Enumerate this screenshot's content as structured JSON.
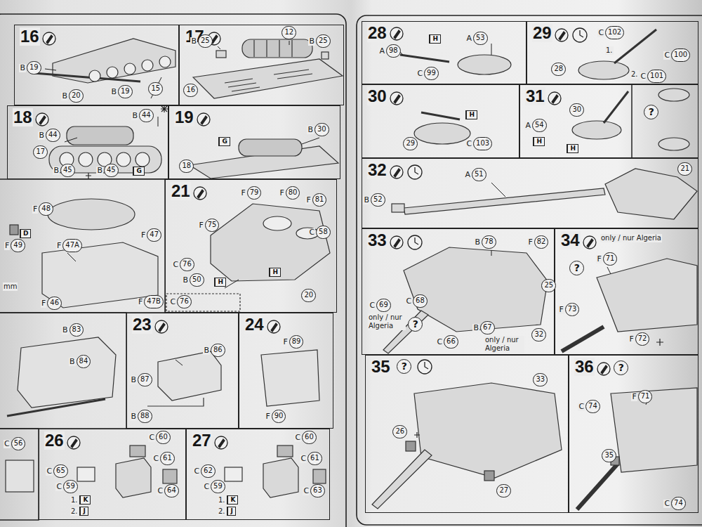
{
  "diagram": {
    "nodes": [
      {
        "text": [
          "16"
        ]
      },
      {
        "text": [
          "B",
          "19"
        ],
        "in": 0
      },
      {
        "text": [
          "B",
          "20"
        ],
        "in": 0
      },
      {
        "text": [
          "B",
          "19"
        ],
        "in": 0
      },
      {
        "text": [
          "15"
        ],
        "in": 0
      },
      {
        "text": [
          "17"
        ]
      },
      {
        "text": [
          "B",
          "25"
        ],
        "in": 5
      },
      {
        "text": [
          "12"
        ],
        "in": 5
      },
      {
        "text": [
          "B",
          "25"
        ],
        "in": 5
      },
      {
        "text": [
          "16"
        ],
        "in": 5
      },
      {
        "text": [
          "18"
        ]
      },
      {
        "text": [
          "B",
          "44"
        ],
        "in": 10
      },
      {
        "text": [
          "B",
          "44"
        ],
        "in": 10
      },
      {
        "text": [
          "17"
        ],
        "in": 10
      },
      {
        "text": [
          "B",
          "45"
        ],
        "in": 10
      },
      {
        "text": [
          "B",
          "45"
        ],
        "in": 10
      },
      {
        "text": [
          "G"
        ],
        "in": 10
      },
      {
        "text": [
          "19"
        ]
      },
      {
        "text": [
          "B",
          "30"
        ],
        "in": 17
      },
      {
        "text": [
          "G"
        ],
        "in": 17
      },
      {
        "text": [
          "18"
        ],
        "in": 17
      },
      {
        "text": [
          "F",
          "48"
        ]
      },
      {
        "text": [
          "D"
        ]
      },
      {
        "text": [
          "F",
          "49"
        ]
      },
      {
        "text": [
          "F",
          "47A"
        ]
      },
      {
        "text": [
          "F",
          "47"
        ]
      },
      {
        "text": [
          "F",
          "46"
        ]
      },
      {
        "text": [
          "F",
          "47B"
        ]
      },
      {
        "text": [
          "21"
        ]
      },
      {
        "text": [
          "F",
          "79"
        ],
        "in": 28
      },
      {
        "text": [
          "F",
          "80"
        ],
        "in": 28
      },
      {
        "text": [
          "F",
          "81"
        ],
        "in": 28
      },
      {
        "text": [
          "F",
          "75"
        ],
        "in": 28
      },
      {
        "text": [
          "C",
          "58"
        ],
        "in": 28
      },
      {
        "text": [
          "C",
          "76"
        ],
        "in": 28
      },
      {
        "text": [
          "B",
          "50"
        ],
        "in": 28
      },
      {
        "text": [
          "H"
        ],
        "in": 28
      },
      {
        "text": [
          "H"
        ],
        "in": 28
      },
      {
        "text": [
          "20"
        ],
        "in": 28
      },
      {
        "text": [
          "C",
          "76"
        ],
        "in": 28
      },
      {
        "text": [
          "B",
          "83"
        ]
      },
      {
        "text": [
          "B",
          "84"
        ]
      },
      {
        "text": [
          "23"
        ]
      },
      {
        "text": [
          "B",
          "86"
        ],
        "in": 42
      },
      {
        "text": [
          "B",
          "87"
        ],
        "in": 42
      },
      {
        "text": [
          "B",
          "88"
        ],
        "in": 42
      },
      {
        "text": [
          "24"
        ]
      },
      {
        "text": [
          "F",
          "89"
        ],
        "in": 46
      },
      {
        "text": [
          "F",
          "90"
        ],
        "in": 46
      },
      {
        "text": [
          "C",
          "56"
        ]
      },
      {
        "text": [
          "26"
        ]
      },
      {
        "text": [
          "C",
          "60"
        ],
        "in": 50
      },
      {
        "text": [
          "C",
          "65"
        ],
        "in": 50
      },
      {
        "text": [
          "C",
          "61"
        ],
        "in": 50
      },
      {
        "text": [
          "C",
          "64"
        ],
        "in": 50
      },
      {
        "text": [
          "C",
          "59"
        ],
        "in": 50
      },
      {
        "text": [
          "K"
        ],
        "in": 50
      },
      {
        "text": [
          "J"
        ],
        "in": 50
      },
      {
        "text": [
          "27"
        ]
      },
      {
        "text": [
          "C",
          "60"
        ],
        "in": 58
      },
      {
        "text": [
          "C",
          "62"
        ],
        "in": 58
      },
      {
        "text": [
          "C",
          "61"
        ],
        "in": 58
      },
      {
        "text": [
          "C",
          "63"
        ],
        "in": 58
      },
      {
        "text": [
          "C",
          "59"
        ],
        "in": 58
      },
      {
        "text": [
          "K"
        ],
        "in": 58
      },
      {
        "text": [
          "J"
        ],
        "in": 58
      },
      {
        "text": [
          "28"
        ]
      },
      {
        "text": [
          "A",
          "98"
        ],
        "in": 66
      },
      {
        "text": [
          "H"
        ],
        "in": 66
      },
      {
        "text": [
          "A",
          "53"
        ],
        "in": 66
      },
      {
        "text": [
          "C",
          "99"
        ],
        "in": 66
      },
      {
        "text": [
          "29"
        ]
      },
      {
        "text": [
          "C",
          "102"
        ],
        "in": 71
      },
      {
        "text": [
          "C",
          "100"
        ],
        "in": 71
      },
      {
        "text": [
          "28"
        ],
        "in": 71
      },
      {
        "text": [
          "C",
          "101"
        ],
        "in": 71
      },
      {
        "text": [
          "30"
        ]
      },
      {
        "text": [
          "29"
        ],
        "in": 76
      },
      {
        "text": [
          "H"
        ],
        "in": 76
      },
      {
        "text": [
          "C",
          "103"
        ],
        "in": 76
      },
      {
        "text": [
          "31"
        ]
      },
      {
        "text": [
          "30"
        ],
        "in": 80
      },
      {
        "text": [
          "A",
          "54"
        ],
        "in": 80
      },
      {
        "text": [
          "H"
        ],
        "in": 80
      },
      {
        "text": [
          "H"
        ],
        "in": 80
      },
      {
        "text": [
          "?"
        ],
        "in": 80
      },
      {
        "text": [
          "32"
        ]
      },
      {
        "text": [
          "B",
          "52"
        ],
        "in": 86
      },
      {
        "text": [
          "A",
          "51"
        ],
        "in": 86
      },
      {
        "text": [
          "21"
        ],
        "in": 86
      },
      {
        "text": [
          "33"
        ]
      },
      {
        "text": [
          "B",
          "78"
        ],
        "in": 90
      },
      {
        "text": [
          "F",
          "82"
        ],
        "in": 90
      },
      {
        "text": [
          "25"
        ],
        "in": 90
      },
      {
        "text": [
          "C",
          "69"
        ],
        "in": 90
      },
      {
        "text": [
          "C",
          "68"
        ],
        "in": 90
      },
      {
        "text": [
          "?"
        ],
        "in": 90
      },
      {
        "text": [
          "B",
          "67"
        ],
        "in": 90
      },
      {
        "text": [
          "C",
          "66"
        ],
        "in": 90
      },
      {
        "text": [
          "32"
        ],
        "in": 90
      },
      {
        "text": [
          "34"
        ]
      },
      {
        "text": [
          "?"
        ],
        "in": 100
      },
      {
        "text": [
          "F",
          "71"
        ],
        "in": 100
      },
      {
        "text": [
          "F",
          "73"
        ],
        "in": 100
      },
      {
        "text": [
          "F",
          "72"
        ],
        "in": 100
      },
      {
        "text": [
          "35"
        ]
      },
      {
        "text": [
          "?"
        ],
        "in": 105
      },
      {
        "text": [
          "33"
        ],
        "in": 105
      },
      {
        "text": [
          "26"
        ],
        "in": 105
      },
      {
        "text": [
          "27"
        ],
        "in": 105
      },
      {
        "text": [
          "36"
        ]
      },
      {
        "text": [
          "?"
        ],
        "in": 110
      },
      {
        "text": [
          "F",
          "71"
        ],
        "in": 110
      },
      {
        "text": [
          "C",
          "74"
        ],
        "in": 110
      },
      {
        "text": [
          "35"
        ],
        "in": 110
      },
      {
        "text": [
          "C",
          "74"
        ],
        "in": 110
      }
    ],
    "labels": [
      "1.",
      "2.",
      "1.",
      "2.",
      "1.",
      "2.",
      "only / nur Algeria",
      "only / nur Algeria",
      "only / nur Algeria",
      "mm"
    ]
  }
}
